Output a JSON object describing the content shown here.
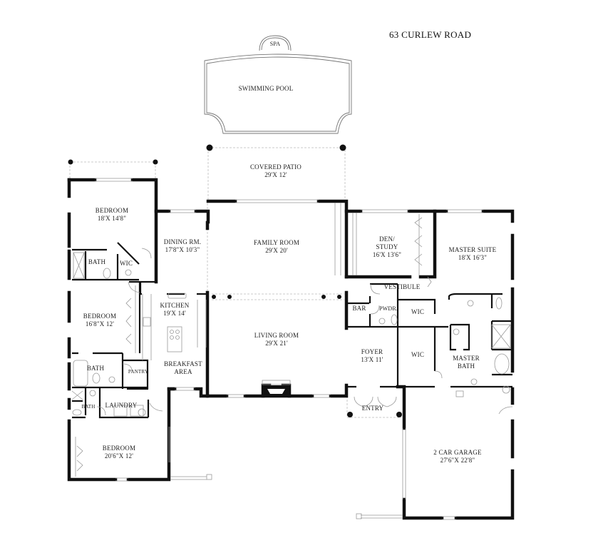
{
  "title": "63 CURLEW ROAD",
  "exterior": {
    "spa": "SPA",
    "pool": "SWIMMING POOL",
    "covered_patio": {
      "name": "COVERED PATIO",
      "dims": "29'X 12'"
    },
    "entry": "ENTRY"
  },
  "rooms": {
    "bedroom1": {
      "name": "BEDROOM",
      "dims": "18'X 14'8\""
    },
    "bath1": "BATH",
    "wic1": "WIC",
    "dining": {
      "name": "DINING RM.",
      "dims": "17'8\"X 10'3\""
    },
    "family": {
      "name": "FAMILY ROOM",
      "dims": "29'X 20'"
    },
    "den": {
      "name": "DEN/",
      "name2": "STUDY",
      "dims": "16'X 13'6\""
    },
    "master_suite": {
      "name": "MASTER SUITE",
      "dims": "18'X 16'3\""
    },
    "vestibule": "VESTIBULE",
    "bar": "BAR",
    "pwdr": "PWDR.",
    "wic2": "WIC",
    "wic3": "WIC",
    "master_bath": {
      "name": "MASTER",
      "name2": "BATH"
    },
    "kitchen": {
      "name": "KITCHEN",
      "dims": "19'X 14'"
    },
    "bedroom2": {
      "name": "BEDROOM",
      "dims": "16'8\"X 12'"
    },
    "living": {
      "name": "LIVING ROOM",
      "dims": "29'X 21'"
    },
    "foyer": {
      "name": "FOYER",
      "dims": "13'X 11'"
    },
    "bath2": "BATH",
    "pantry": "PANTRY",
    "breakfast": {
      "name": "BREAKFAST",
      "name2": "AREA"
    },
    "bath3": "BATH",
    "laundry": "LAUNDRY",
    "bedroom3": {
      "name": "BEDROOM",
      "dims": "20'6\"X 12'"
    },
    "garage": {
      "name": "2 CAR GARAGE",
      "dims": "27'6\"X 22'8\""
    }
  },
  "colors": {
    "wall": "#111111",
    "thin": "#9a9a9a",
    "dashed": "#b0b0b0"
  }
}
